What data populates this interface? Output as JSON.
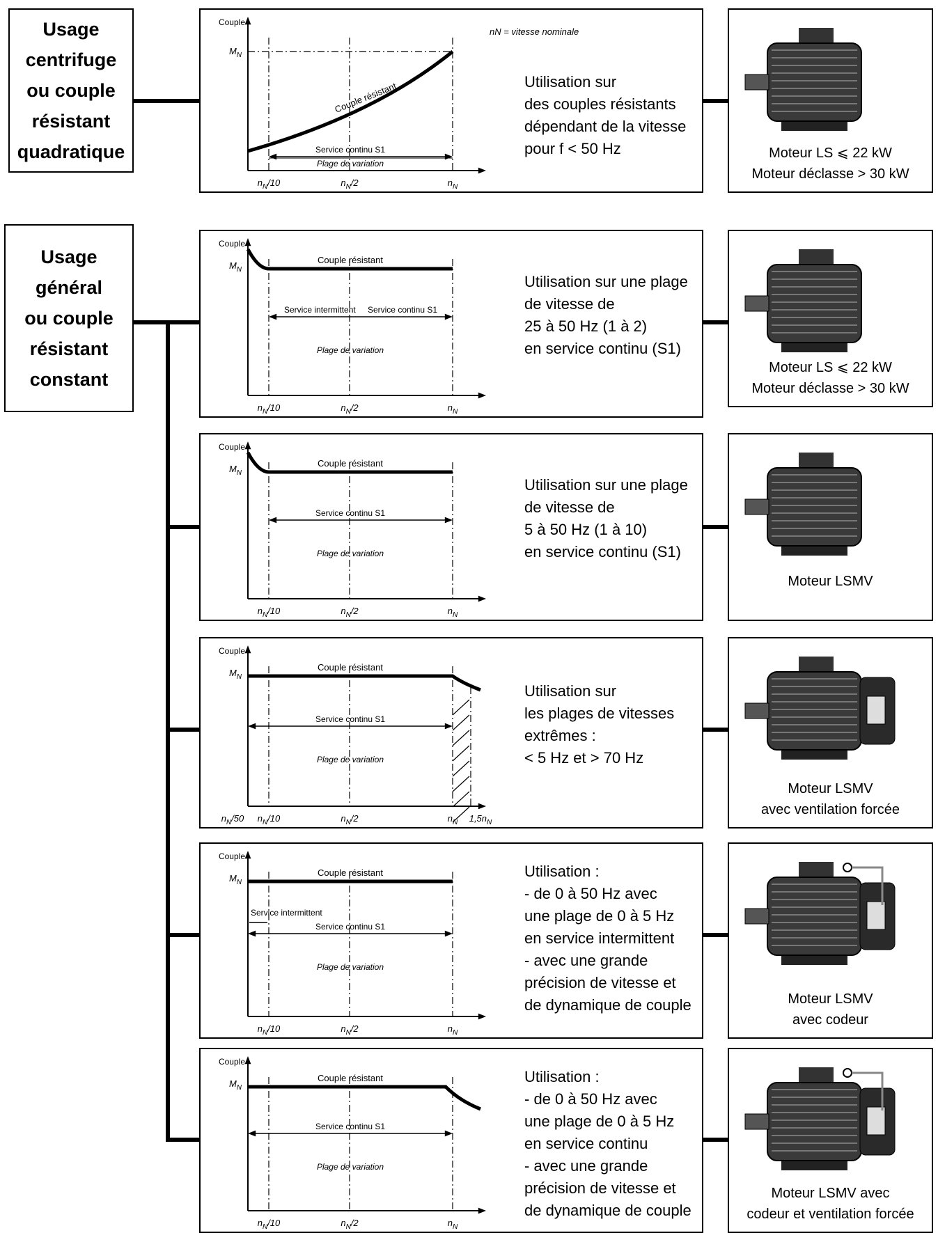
{
  "groups": [
    {
      "label": "Usage\ncentrifuge\nou couple\nrésistant\nquadratique"
    },
    {
      "label": "Usage\ngénéral\nou couple\nrésistant\nconstant"
    }
  ],
  "note": "nN = vitesse nominale",
  "axis": {
    "ylabel": "Couple",
    "mn": "MN",
    "tick_n10": "nN/10",
    "tick_n2": "nN/2",
    "tick_nn": "nN",
    "tick_n50": "nN/50",
    "tick_15nn": "1,5nN"
  },
  "panels": [
    {
      "curve": "Couple résistant",
      "s1": "Service continu S1",
      "plage": "Plage de variation",
      "description": "Utilisation sur\ndes couples résistants\ndépendant de la vitesse\npour f < 50 Hz",
      "motor": "Moteur LS ⩽ 22 kW\nMoteur déclasse > 30 kW"
    },
    {
      "curve": "Couple résistant",
      "intermittent": "Service intermittent",
      "s1": "Service continu S1",
      "plage": "Plage de variation",
      "description": "Utilisation sur une plage\nde vitesse de\n25 à 50 Hz (1 à 2)\nen service continu (S1)",
      "motor": "Moteur LS ⩽ 22 kW\nMoteur déclasse > 30 kW"
    },
    {
      "curve": "Couple résistant",
      "s1": "Service continu S1",
      "plage": "Plage de variation",
      "description": "Utilisation sur une plage\nde vitesse de\n5 à 50 Hz (1 à 10)\nen service continu (S1)",
      "motor": "Moteur LSMV"
    },
    {
      "curve": "Couple résistant",
      "s1": "Service continu S1",
      "plage": "Plage de variation",
      "description": "Utilisation sur\nles plages de vitesses\nextrêmes :\n< 5 Hz et > 70 Hz",
      "motor": "Moteur LSMV\navec ventilation forcée"
    },
    {
      "curve": "Couple résistant",
      "intermittent": "Service intermittent",
      "s1": "Service continu S1",
      "plage": "Plage de variation",
      "description": "Utilisation :\n- de 0 à 50 Hz avec\nune plage de 0 à 5 Hz\nen service intermittent\n- avec une grande\nprécision de vitesse et\nde dynamique de couple",
      "motor": "Moteur LSMV\navec codeur"
    },
    {
      "curve": "Couple résistant",
      "s1": "Service continu S1",
      "plage": "Plage de variation",
      "description": "Utilisation :\n- de 0 à 50 Hz avec\nune plage de 0 à 5 Hz\nen service continu\n- avec une grande\nprécision de vitesse et\nde dynamique de couple",
      "motor": "Moteur LSMV avec\ncodeur et ventilation forcée"
    }
  ]
}
